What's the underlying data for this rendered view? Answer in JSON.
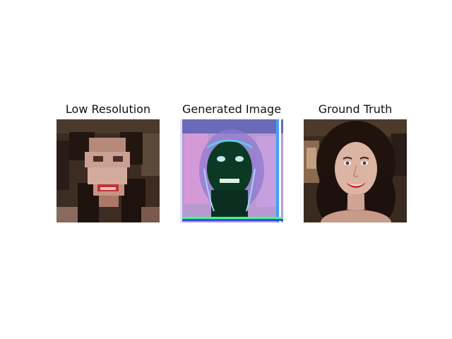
{
  "figure": {
    "panels": [
      {
        "title": "Low Resolution"
      },
      {
        "title": "Generated Image"
      },
      {
        "title": "Ground Truth"
      }
    ]
  },
  "colors": {
    "background": "#ffffff",
    "text": "#111111"
  }
}
